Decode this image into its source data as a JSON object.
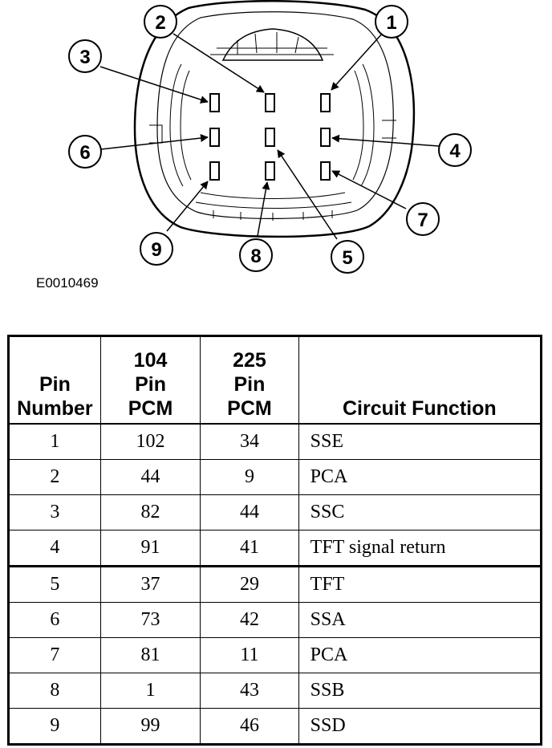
{
  "diagram": {
    "figure_id": "E0010469",
    "callouts": [
      "1",
      "2",
      "3",
      "4",
      "5",
      "6",
      "7",
      "8",
      "9"
    ]
  },
  "table": {
    "headers": {
      "pin_number": [
        "Pin",
        "Number"
      ],
      "pin104": [
        "104",
        "Pin",
        "PCM"
      ],
      "pin225": [
        "225",
        "Pin",
        "PCM"
      ],
      "function": "Circuit Function"
    },
    "rows": [
      {
        "pin": "1",
        "p104": "102",
        "p225": "34",
        "func": "SSE"
      },
      {
        "pin": "2",
        "p104": "44",
        "p225": "9",
        "func": "PCA"
      },
      {
        "pin": "3",
        "p104": "82",
        "p225": "44",
        "func": "SSC"
      },
      {
        "pin": "4",
        "p104": "91",
        "p225": "41",
        "func": "TFT signal return"
      },
      {
        "pin": "5",
        "p104": "37",
        "p225": "29",
        "func": "TFT"
      },
      {
        "pin": "6",
        "p104": "73",
        "p225": "42",
        "func": "SSA"
      },
      {
        "pin": "7",
        "p104": "81",
        "p225": "11",
        "func": "PCA"
      },
      {
        "pin": "8",
        "p104": "1",
        "p225": "43",
        "func": "SSB"
      },
      {
        "pin": "9",
        "p104": "99",
        "p225": "46",
        "func": "SSD"
      }
    ]
  }
}
